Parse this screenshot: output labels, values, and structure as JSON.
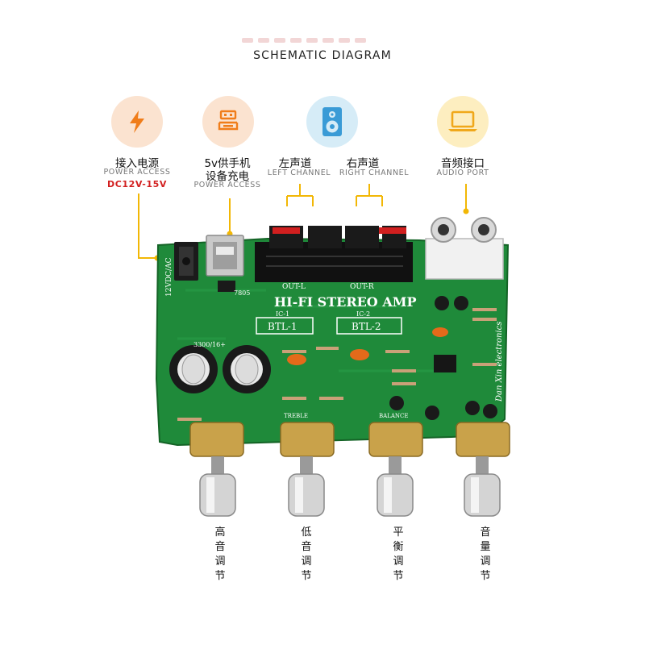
{
  "header": {
    "title": "SCHEMATIC DIAGRAM"
  },
  "labels": {
    "power_in": {
      "cn": "接入电源",
      "en": "POWER ACCESS",
      "spec": "DC12V-15V"
    },
    "usb_charge": {
      "cn_line1": "5v供手机",
      "cn_line2": "设备充电",
      "en": "POWER ACCESS"
    },
    "left_channel": {
      "cn": "左声道",
      "en": "LEFT CHANNEL"
    },
    "right_channel": {
      "cn": "右声道",
      "en": "RIGHT CHANNEL"
    },
    "audio_port": {
      "cn": "音频接口",
      "en": "AUDIO PORT"
    }
  },
  "knobs": [
    {
      "label": "高音调节"
    },
    {
      "label": "低音调节"
    },
    {
      "label": "平衡调节"
    },
    {
      "label": "音量调节"
    }
  ],
  "board": {
    "title": "HI-FI STEREO AMP",
    "out_l": "OUT-L",
    "out_r": "OUT-R",
    "ic1": "IC-1",
    "ic2": "IC-2",
    "btl1": "BTL-1",
    "btl2": "BTL-2",
    "power_label": "12VDC/AC",
    "regulator": "7805",
    "brand": "Dan Xin electronics",
    "cap_label": "3300/16+",
    "treble": "TREBLE",
    "balance": "BALANCE"
  },
  "colors": {
    "pcb": "#1f8a3a",
    "pcb_dark": "#16702d",
    "orange_icon_bg": "#fbe3d0",
    "orange_icon": "#f07d1a",
    "blue_icon_bg": "#d6ecf7",
    "blue_icon": "#3a9bd6",
    "yellow_icon_bg": "#fdeec0",
    "yellow_icon": "#f0a81a",
    "pointer_line": "#f2b705",
    "accent_red": "#d21f1f"
  },
  "icons": [
    "lightning-icon",
    "usb-icon",
    "speaker-icon",
    "laptop-icon"
  ]
}
